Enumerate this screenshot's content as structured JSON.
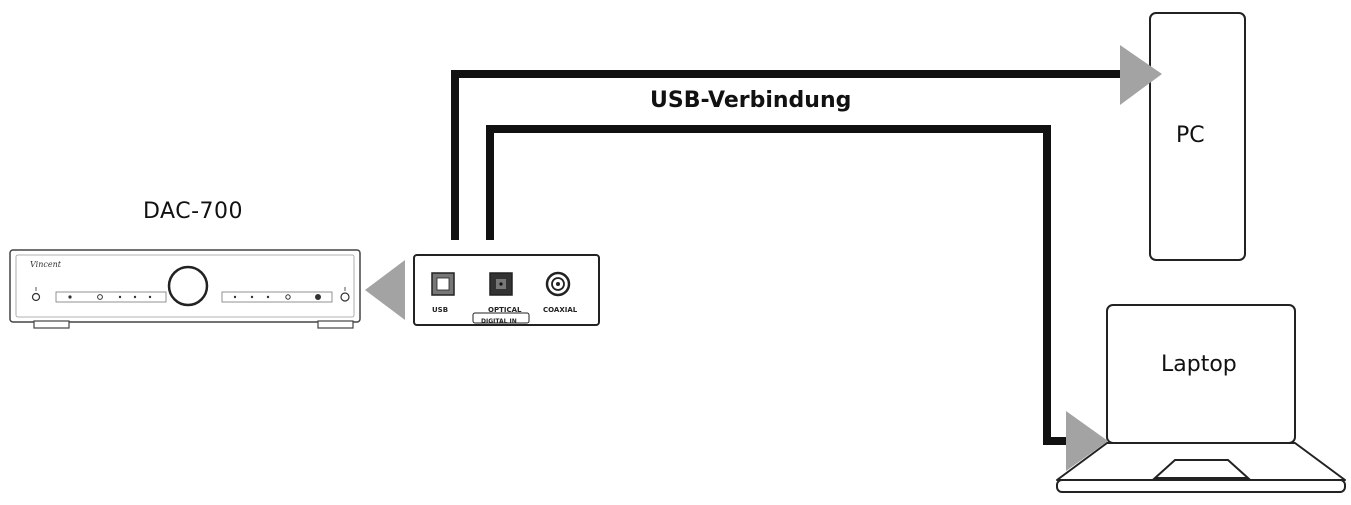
{
  "devices": {
    "dac": {
      "label": "DAC-700",
      "brand": "Vincent"
    },
    "pc": {
      "label": "PC"
    },
    "laptop": {
      "label": "Laptop"
    }
  },
  "connection": {
    "label": "USB-Verbindung"
  },
  "rear_panel": {
    "ports": [
      {
        "id": "usb",
        "label": "USB"
      },
      {
        "id": "optical",
        "label": "OPTICAL"
      },
      {
        "id": "coaxial",
        "label": "COAXIAL"
      }
    ],
    "group_label": "DIGITAL IN"
  },
  "colors": {
    "cable": "#111111",
    "arrow": "#a3a3a3",
    "outline": "#222222"
  }
}
